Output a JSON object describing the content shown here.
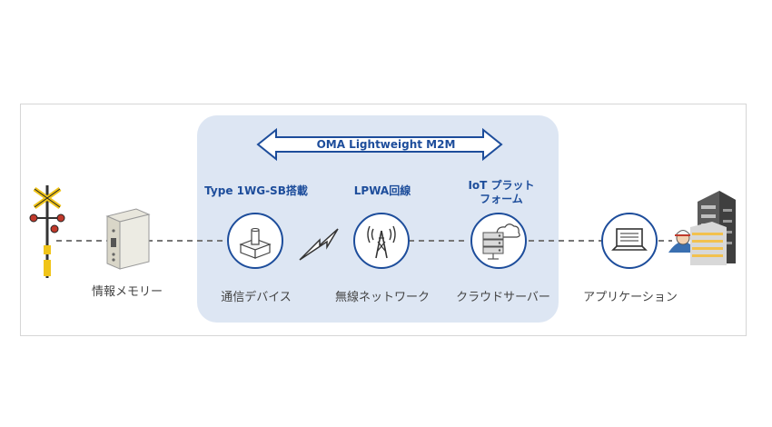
{
  "protocol_arrow": {
    "label": "OMA Lightweight M2M"
  },
  "nodes": {
    "device": {
      "top_label": "Type 1WG-SB搭載",
      "bottom_label": "通信デバイス"
    },
    "network": {
      "top_label": "LPWA回線",
      "bottom_label": "無線ネットワーク"
    },
    "server": {
      "top_label_line1": "IoT プラット",
      "top_label_line2": "フォーム",
      "bottom_label": "クラウドサーバー"
    },
    "application": {
      "bottom_label": "アプリケーション"
    }
  },
  "memory": {
    "label": "情報メモリー"
  },
  "colors": {
    "accent": "#1d4d9b",
    "panel": "#dde6f3",
    "line": "#777777"
  },
  "icons": [
    "railroad-crossing-signal",
    "info-memory-box",
    "device-module",
    "lightning-bolt",
    "radio-tower",
    "cloud-server",
    "laptop",
    "worker",
    "office-building"
  ]
}
